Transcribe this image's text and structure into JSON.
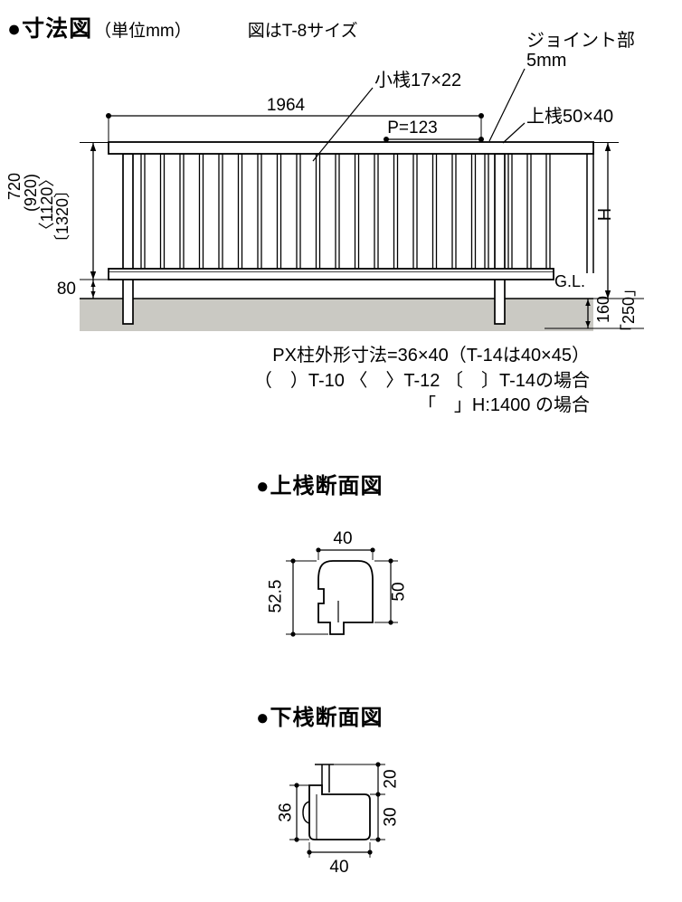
{
  "page": {
    "title_bullet": "●寸法図",
    "title_unit": "（単位mm）",
    "title_size": "図はT-8サイズ"
  },
  "fence": {
    "joint_label": "ジョイント部",
    "joint_size": "5mm",
    "kozan_label": "小桟17×22",
    "jozan_label": "上桟50×40",
    "width_dim": "1964",
    "pitch_dim": "P=123",
    "height_t8": "720",
    "height_t10": "(920)",
    "height_t12": "〈1120〉",
    "height_t14": "〔1320〕",
    "bottom_gap": "80",
    "height_var": "H",
    "ground_label": "G.L.",
    "embed_dim": "160",
    "embed_alt": "「250」",
    "notes": {
      "line1": "PX柱外形寸法=36×40（T-14は40×45）",
      "line2": "（　）T-10 〈　〉T-12 〔　〕T-14の場合",
      "line3": "「　」H:1400 の場合"
    }
  },
  "top_rail_section": {
    "heading": "●上桟断面図",
    "width": "40",
    "height_total": "52.5",
    "height_body": "50"
  },
  "bottom_rail_section": {
    "heading": "●下桟断面図",
    "left_height": "36",
    "upper_right": "20",
    "lower_right": "30",
    "width": "40"
  }
}
